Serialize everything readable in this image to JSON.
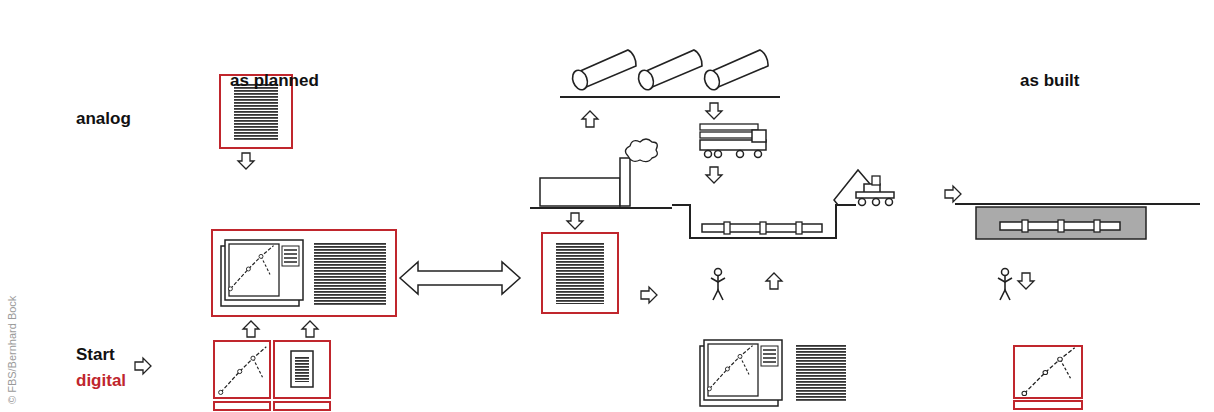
{
  "diagram": {
    "labels": [
      "as planned",
      "as built",
      "analog",
      "Start",
      "digital",
      "© FBS/Bernhard Bock"
    ]
  }
}
